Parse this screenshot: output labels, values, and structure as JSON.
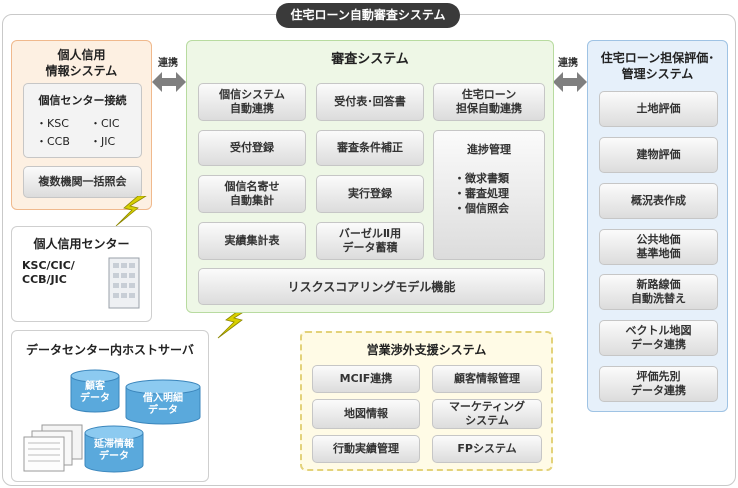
{
  "title": "住宅ローン自動審査システム",
  "link_label": "連携",
  "left_panel": {
    "title": "個人信用\n情報システム",
    "connect_box": {
      "title": "個信センター接続",
      "items": [
        "・KSC",
        "・CIC",
        "・CCB",
        "・JIC"
      ]
    },
    "batch_button": "複数機関一括照会"
  },
  "credit_center": {
    "title": "個人信用センター",
    "text": "KSC/CIC/\nCCB/JIC"
  },
  "datacenter": {
    "title": "データセンター内ホストサーバ",
    "db_customer": "顧客\nデータ",
    "db_loan": "借入明細\nデータ",
    "db_delay": "延滞情報\nデータ"
  },
  "review_system": {
    "title": "審査システム",
    "buttons": {
      "credit_auto": "個信システム\n自動連携",
      "reception_answer": "受付表･回答書",
      "home_loan_collateral": "住宅ローン\n担保自動連携",
      "reception_register": "受付登録",
      "condition_fix": "審査条件補正",
      "credit_aggregate": "個信名寄せ\n自動集計",
      "execute_register": "実行登録",
      "results_table": "実績集計表",
      "basel": "バーゼルⅡ用\nデータ蓄積",
      "risk_scoring": "リスクスコアリングモデル機能"
    },
    "progress": {
      "title": "進捗管理",
      "items": [
        "・徴求書類",
        "・審査処理",
        "・個信照会"
      ]
    }
  },
  "sales_system": {
    "title": "営業渉外支援システム",
    "buttons": [
      "MCIF連携",
      "顧客情報管理",
      "地図情報",
      "マーケティング\nシステム",
      "行動実績管理",
      "FPシステム"
    ]
  },
  "right_panel": {
    "title": "住宅ローン担保評価･\n管理システム",
    "buttons": [
      "土地評価",
      "建物評価",
      "概況表作成",
      "公共地価\n基準地価",
      "新路線価\n自動洗替え",
      "ベクトル地図\nデータ連携",
      "坪価先別\nデータ連携"
    ]
  },
  "colors": {
    "orange_panel": "#fdf0e2",
    "green_panel": "#eef7e6",
    "blue_panel": "#e6f0fa",
    "sales_panel": "#fffbe6",
    "title_pill": "#3a3a3a",
    "lightning": "#d8d000"
  }
}
